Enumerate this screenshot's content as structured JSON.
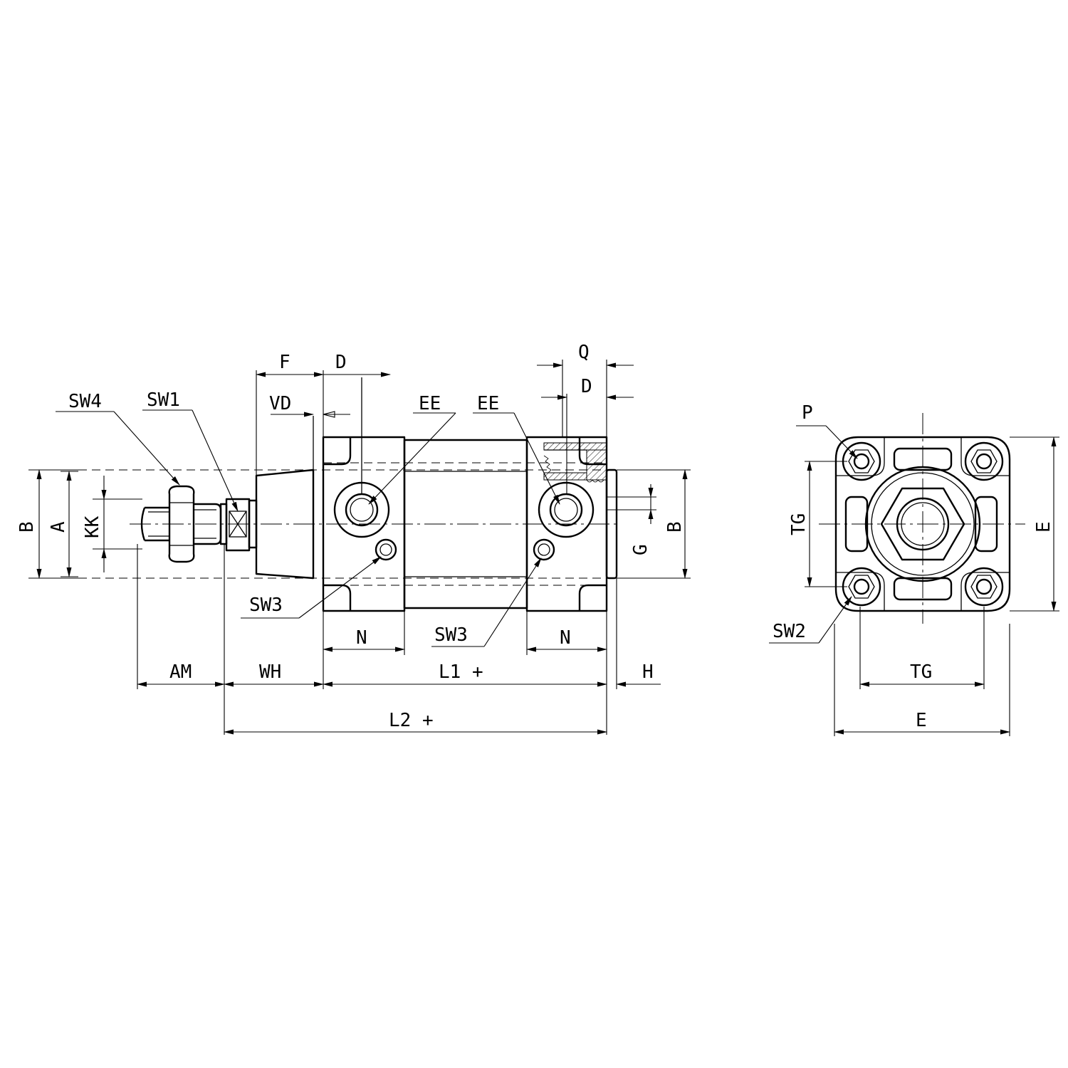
{
  "labels": {
    "sw4": "SW4",
    "sw1": "SW1",
    "f": "F",
    "d_top": "D",
    "vd": "VD",
    "ee_left": "EE",
    "ee_right": "EE",
    "q": "Q",
    "d_right": "D",
    "b_left": "B",
    "a": "A",
    "kk": "KK",
    "b_right": "B",
    "g": "G",
    "sw3_left": "SW3",
    "sw3_right": "SW3",
    "n_left": "N",
    "n_right": "N",
    "am": "AM",
    "wh": "WH",
    "l1": "L1 +",
    "h": "H",
    "l2": "L2 +",
    "p": "P",
    "tg_vert": "TG",
    "e_vert": "E",
    "sw2": "SW2",
    "tg_horiz": "TG",
    "e_horiz": "E"
  }
}
